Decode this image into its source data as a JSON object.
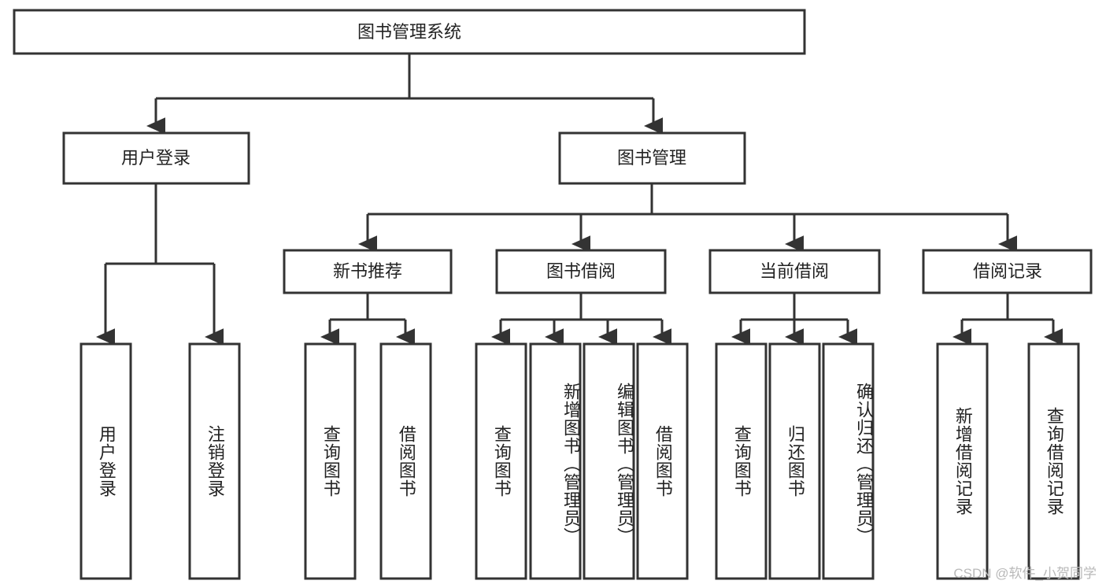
{
  "diagram": {
    "type": "tree",
    "title": "图书管理系统",
    "root": {
      "label": "图书管理系统"
    },
    "level2": [
      {
        "label": "用户登录"
      },
      {
        "label": "图书管理"
      }
    ],
    "level3": [
      {
        "label": "新书推荐"
      },
      {
        "label": "图书借阅"
      },
      {
        "label": "当前借阅"
      },
      {
        "label": "借阅记录"
      }
    ],
    "leaves": {
      "user_login": [
        {
          "label": "用户登录"
        },
        {
          "label": "注销登录"
        }
      ],
      "new_book_recommend": [
        {
          "label": "查询图书"
        },
        {
          "label": "借阅图书"
        }
      ],
      "book_borrow": [
        {
          "label": "查询图书"
        },
        {
          "label": "新增图书（管理员）"
        },
        {
          "label": "编辑图书（管理员）"
        },
        {
          "label": "借阅图书"
        }
      ],
      "current_borrow": [
        {
          "label": "查询图书"
        },
        {
          "label": "归还图书"
        },
        {
          "label": "确认归还（管理员）"
        }
      ],
      "borrow_record": [
        {
          "label": "新增借阅记录"
        },
        {
          "label": "查询借阅记录"
        }
      ]
    }
  },
  "watermark": {
    "text": "CSDN @软件_小贺同学"
  },
  "colors": {
    "stroke": "#333333",
    "fill": "#ffffff",
    "text": "#222222",
    "watermark": "#b9b9b9"
  }
}
